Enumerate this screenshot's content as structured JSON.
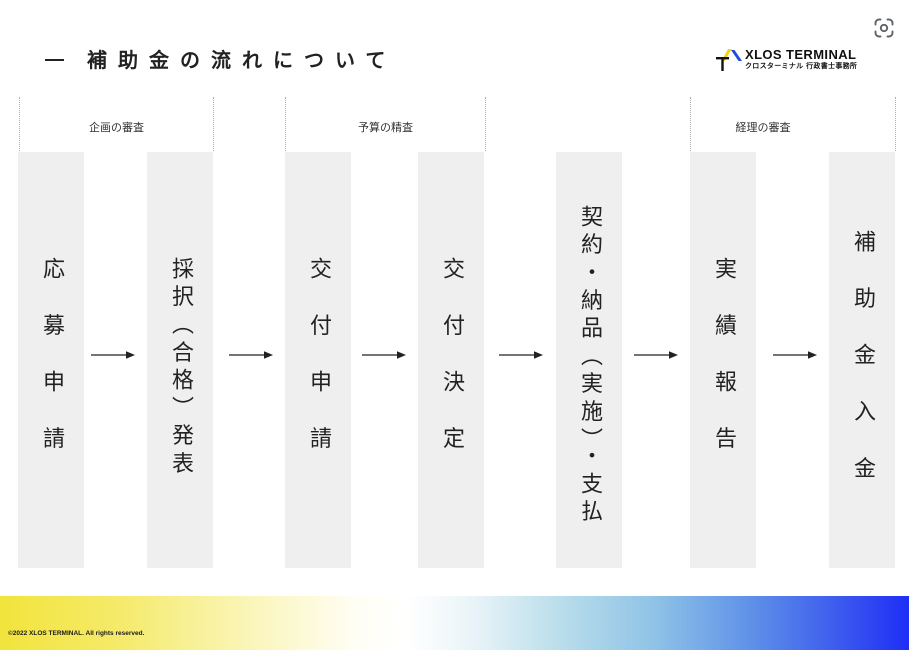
{
  "title": "補助金の流れについて",
  "logo": {
    "name": "XLOS TERMINAL",
    "subtitle": "クロスターミナル 行政書士事務所"
  },
  "phases": [
    {
      "label": "企画の審査"
    },
    {
      "label": "予算の精査"
    },
    {
      "label": "経理の審査"
    }
  ],
  "steps": [
    {
      "label": "応募申請"
    },
    {
      "label": "採択（合格）発表"
    },
    {
      "label": "交付申請"
    },
    {
      "label": "交付決定"
    },
    {
      "label": "契約・納品（実施）・支払"
    },
    {
      "label": "実績報告"
    },
    {
      "label": "補助金入金"
    }
  ],
  "footer": {
    "copyright": "©2022 XLOS TERMINAL. All rights reserved."
  },
  "icons": {
    "visual_search": "lens-icon",
    "flow_arrow": "arrow-right-icon",
    "brand_logo": "brand-logo-icon"
  },
  "colors": {
    "step_background": "#efefef",
    "ink": "#222222",
    "gradient_start": "#f2e43c",
    "gradient_end": "#1e2ef6"
  }
}
